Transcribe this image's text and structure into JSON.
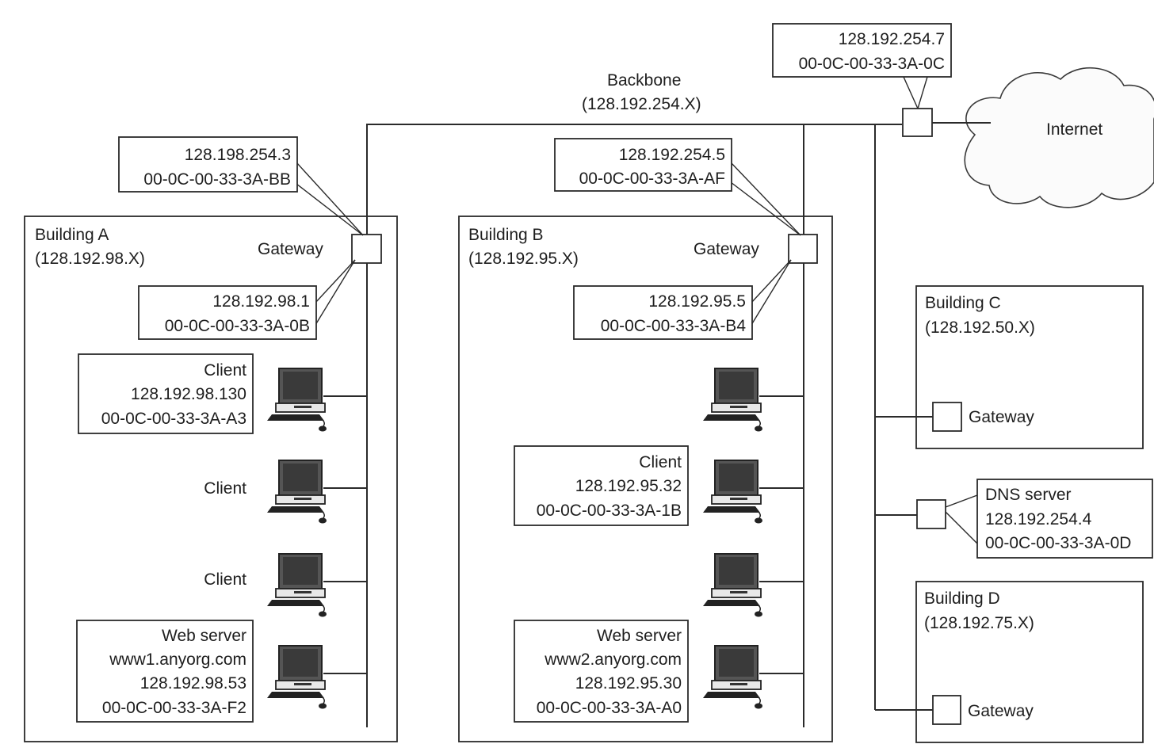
{
  "backbone": {
    "title": "Backbone",
    "network": "(128.192.254.X)"
  },
  "internet": {
    "label": "Internet"
  },
  "router": {
    "ip": "128.192.254.7",
    "mac": "00-0C-00-33-3A-0C"
  },
  "building_a": {
    "name": "Building A",
    "network": "(128.192.98.X)",
    "gateway_label": "Gateway",
    "gateway_outer": {
      "ip": "128.198.254.3",
      "mac": "00-0C-00-33-3A-BB"
    },
    "gateway_inner": {
      "ip": "128.192.98.1",
      "mac": "00-0C-00-33-3A-0B"
    },
    "client1": {
      "role": "Client",
      "ip": "128.192.98.130",
      "mac": "00-0C-00-33-3A-A3"
    },
    "client2": {
      "role": "Client"
    },
    "client3": {
      "role": "Client"
    },
    "web_server": {
      "role": "Web server",
      "host": "www1.anyorg.com",
      "ip": "128.192.98.53",
      "mac": "00-0C-00-33-3A-F2"
    }
  },
  "building_b": {
    "name": "Building B",
    "network": "(128.192.95.X)",
    "gateway_label": "Gateway",
    "gateway_outer": {
      "ip": "128.192.254.5",
      "mac": "00-0C-00-33-3A-AF"
    },
    "gateway_inner": {
      "ip": "128.192.95.5",
      "mac": "00-0C-00-33-3A-B4"
    },
    "client": {
      "role": "Client",
      "ip": "128.192.95.32",
      "mac": "00-0C-00-33-3A-1B"
    },
    "web_server": {
      "role": "Web server",
      "host": "www2.anyorg.com",
      "ip": "128.192.95.30",
      "mac": "00-0C-00-33-3A-A0"
    }
  },
  "building_c": {
    "name": "Building C",
    "network": "(128.192.50.X)",
    "gateway_label": "Gateway"
  },
  "dns_server": {
    "role": "DNS server",
    "ip": "128.192.254.4",
    "mac": "00-0C-00-33-3A-0D"
  },
  "building_d": {
    "name": "Building D",
    "network": "(128.192.75.X)",
    "gateway_label": "Gateway"
  }
}
